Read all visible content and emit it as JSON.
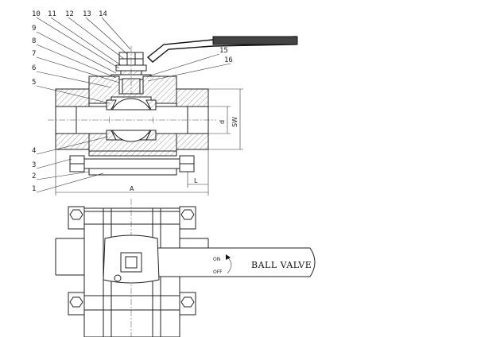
{
  "part_numbers": [
    "1",
    "2",
    "3",
    "4",
    "5",
    "6",
    "7",
    "8",
    "9",
    "10",
    "11",
    "12",
    "13",
    "14",
    "15",
    "16"
  ],
  "dimensions": {
    "overall_length": "A",
    "thread_length": "L",
    "bore": "d",
    "wrench": "SW"
  },
  "handle": {
    "tag_text": "BALL VALVE",
    "on_label": "ON",
    "off_label": "OFF"
  }
}
